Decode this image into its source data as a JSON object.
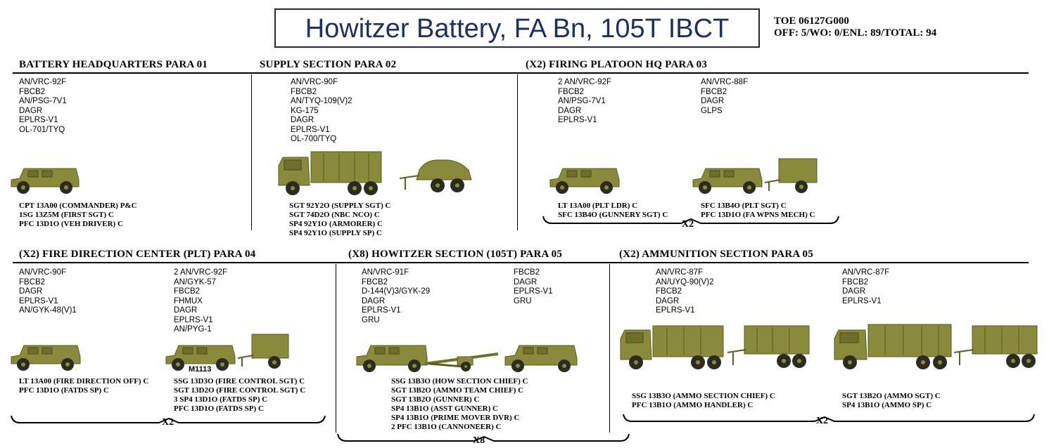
{
  "title": "Howitzer Battery, FA Bn, 105T IBCT",
  "toe": {
    "line1": "TOE 06127G000",
    "line2": "OFF: 5/WO: 0/ENL: 89/TOTAL: 94"
  },
  "sections": {
    "hq": {
      "title": "BATTERY HEADQUARTERS  PARA 01",
      "equipment": [
        "AN/VRC-92F",
        "FBCB2",
        "AN/PSG-7V1",
        "DAGR",
        "EPLRS-V1",
        "OL-701/TYQ"
      ],
      "personnel": [
        "CPT 13A00 (COMMANDER) P&C",
        "1SG 13Z5M (FIRST SGT) C",
        "PFC 13D1O (VEH DRIVER) C"
      ]
    },
    "supply": {
      "title": "SUPPLY SECTION  PARA 02",
      "equipment": [
        "AN/VRC-90F",
        "FBCB2",
        "AN/TYQ-109(V)2",
        "KG-175",
        "DAGR",
        "EPLRS-V1",
        "OL-700/TYQ"
      ],
      "personnel": [
        "SGT 92Y2O (SUPPLY SGT) C",
        "SGT 74D2O (NBC NCO) C",
        "SP4 92Y1O (ARMORER) C",
        "SP4 92Y1O (SUPPLY SP) C"
      ]
    },
    "firing_plt_hq": {
      "title": "(X2) FIRING PLATOON HQ  PARA 03",
      "equipment_a": [
        "2 AN/VRC-92F",
        "FBCB2",
        "AN/PSG-7V1",
        "DAGR",
        "EPLRS-V1"
      ],
      "equipment_b": [
        "AN/VRC-88F",
        "FBCB2",
        "DAGR",
        "GLPS"
      ],
      "personnel_a": [
        "LT 13A00 (PLT LDR) C",
        "SFC 13B4O (GUNNERY SGT) C"
      ],
      "personnel_b": [
        "SFC 13B4O (PLT SGT) C",
        "PFC 13D1O (FA WPNS MECH) C"
      ],
      "multiplier": "X2"
    },
    "fdc": {
      "title": "(X2) FIRE DIRECTION CENTER (PLT)  PARA 04",
      "equipment_a": [
        "AN/VRC-90F",
        "FBCB2",
        "DAGR",
        "EPLRS-V1",
        "AN/GYK-48(V)1"
      ],
      "equipment_b": [
        "2 AN/VRC-92F",
        "AN/GYK-57",
        "FBCB2",
        "FHMUX",
        "DAGR",
        "EPLRS-V1",
        "AN/PYG-1"
      ],
      "vehicle_label": "M1113",
      "personnel_a": [
        "LT 13A00 (FIRE DIRECTION OFF) C",
        "PFC 13D1O (FATDS SP) C"
      ],
      "personnel_b": [
        "SSG 13D3O (FIRE CONTROL SGT) C",
        "SGT 13D2O (FIRE CONTROL SGT) C",
        "3 SP4 13D1O (FATDS SP) C",
        "PFC 13D1O (FATDS SP) C"
      ],
      "multiplier": "X2"
    },
    "howitzer": {
      "title": "(X8) HOWITZER SECTION (105T)  PARA 05",
      "equipment_a": [
        "AN/VRC-91F",
        "FBCB2",
        "D-144(V)3/GYK-29",
        "DAGR",
        "EPLRS-V1",
        "GRU"
      ],
      "equipment_b": [
        "FBCB2",
        "DAGR",
        "EPLRS-V1",
        "GRU"
      ],
      "personnel": [
        "SSG 13B3O (HOW SECTION CHIEF) C",
        "SGT 13B2O (AMMO TEAM CHIEF) C",
        "SGT 13B2O (GUNNER) C",
        "SP4 13B1O (ASST GUNNER) C",
        "SP4 13B1O (PRIME MOVER DVR) C",
        "2 PFC 13B1O (CANNONEER) C"
      ],
      "multiplier": "X8"
    },
    "ammo": {
      "title": "(X2) AMMUNITION SECTION PARA 05",
      "equipment_a": [
        "AN/VRC-87F",
        "AN/UYQ-90(V)2",
        "FBCB2",
        "DAGR",
        "EPLRS-V1"
      ],
      "equipment_b": [
        "AN/VRC-87F",
        "FBCB2",
        "DAGR",
        "EPLRS-V1"
      ],
      "personnel_a": [
        "SSG 13B3O (AMMO SECTION CHIEF) C",
        "PFC 13B1O (AMMO HANDLER) C"
      ],
      "personnel_b": [
        "SGT 13B2O (AMMO SGT) C",
        "SP4 13B1O (AMMO SP) C"
      ],
      "multiplier": "X2"
    }
  },
  "colors": {
    "title_text": "#1f2f5e",
    "vehicle": "#8a8a3c",
    "vehicle_outline": "#5b5b22"
  },
  "icons": {
    "humvee": "humvee-icon",
    "truck": "cargo-truck-icon",
    "trailer": "trailer-icon",
    "howitzer": "howitzer-icon"
  }
}
